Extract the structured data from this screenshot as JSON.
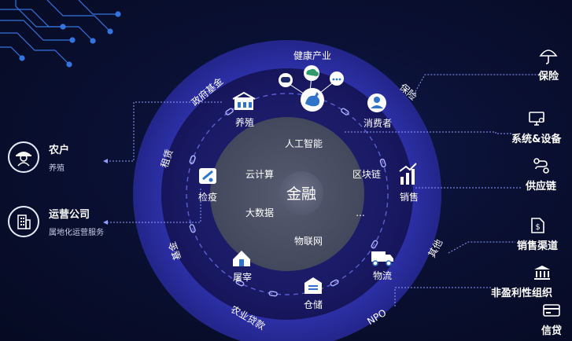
{
  "center": "金融",
  "inner_terms": [
    "人工智能",
    "云计算",
    "区块链",
    "大数据",
    "...",
    "物联网"
  ],
  "ring_nodes": [
    {
      "label": "养殖",
      "icon": "livestock-farm-icon"
    },
    {
      "label": "消费者",
      "icon": "consumer-icon"
    },
    {
      "label": "检疫",
      "icon": "quarantine-icon"
    },
    {
      "label": "销售",
      "icon": "sales-chart-icon"
    },
    {
      "label": "屠宰",
      "icon": "slaughterhouse-icon"
    },
    {
      "label": "物流",
      "icon": "logistics-truck-icon"
    },
    {
      "label": "仓储",
      "icon": "warehouse-icon"
    }
  ],
  "outer_ring_labels": [
    "健康产业",
    "政府基金",
    "保险",
    "租赁",
    "基金",
    "其他",
    "农业贷款",
    "NPO"
  ],
  "left_cards": [
    {
      "title": "农户",
      "subtitle": "养殖",
      "icon": "farmer-icon"
    },
    {
      "title": "运营公司",
      "subtitle": "属地化运营服务",
      "icon": "company-building-icon"
    }
  ],
  "right_items": [
    {
      "label": "保险",
      "icon": "umbrella-icon"
    },
    {
      "label": "系统&设备",
      "icon": "monitor-icon"
    },
    {
      "label": "供应链",
      "icon": "supply-chain-icon"
    },
    {
      "label": "销售渠道",
      "icon": "dollar-tag-icon"
    },
    {
      "label": "非盈利性组织",
      "icon": "institution-icon"
    },
    {
      "label": "信贷",
      "icon": "credit-card-icon"
    }
  ],
  "colors": {
    "background": "#070c28",
    "outer_ring": "#2b2f9e",
    "middle_ring": "#1b1a66",
    "inner_disc": "#4a4e63",
    "center_circle": "#5e6278",
    "node_icon_blue": "#2f74c9",
    "accent_line": "#8f9bff",
    "circuit_blue": "#3e86ff"
  }
}
